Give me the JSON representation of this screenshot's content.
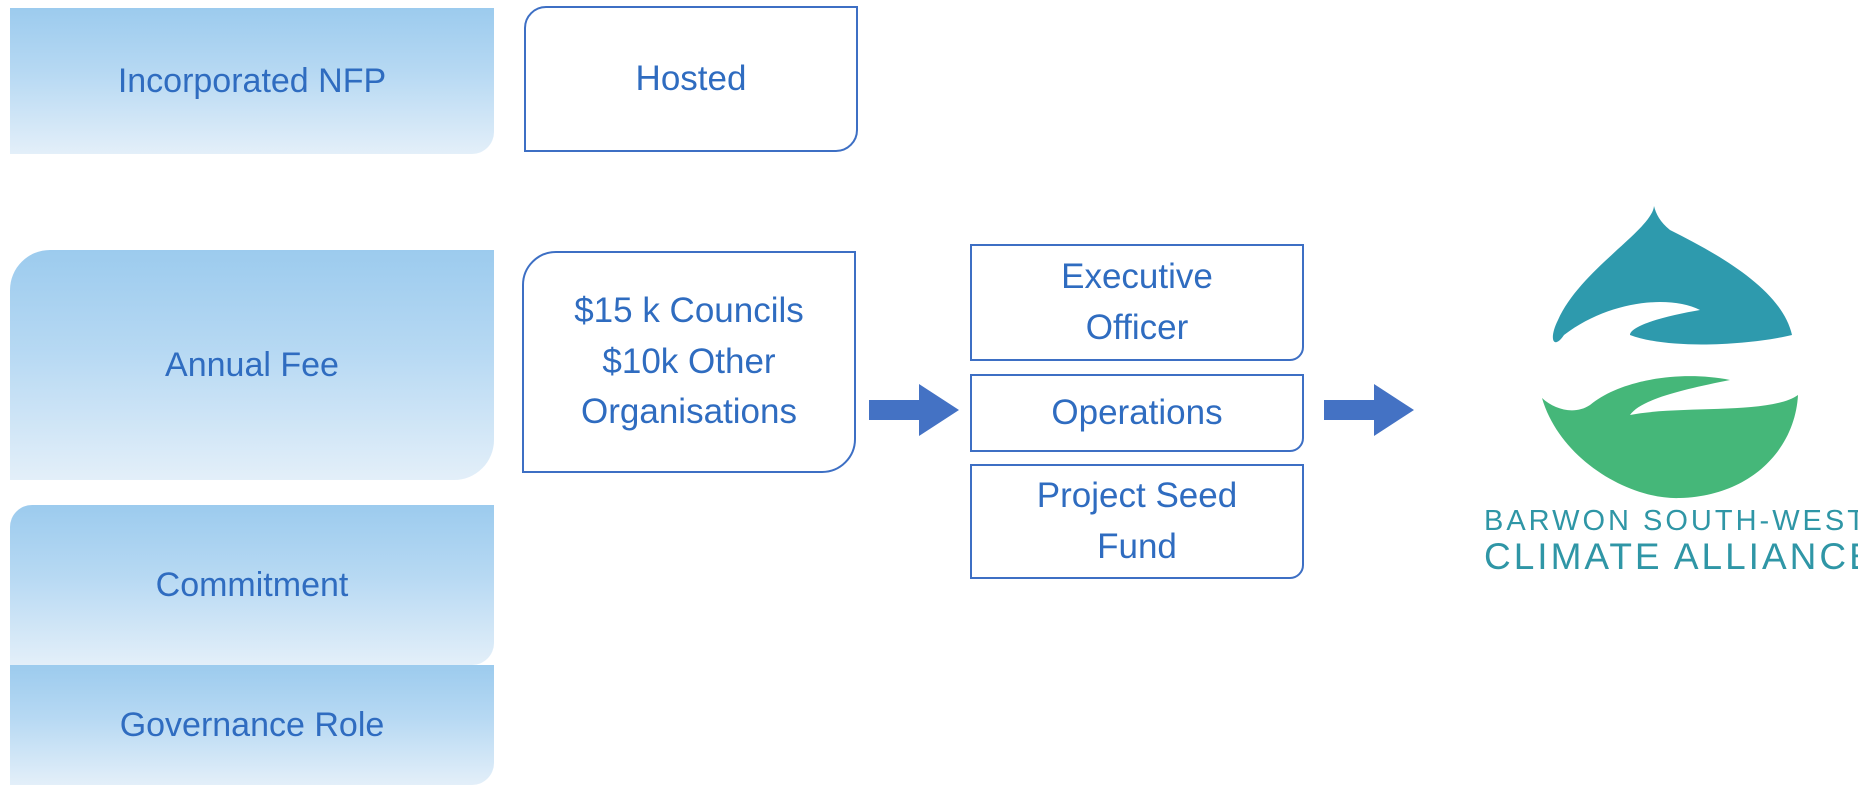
{
  "left_labels": {
    "incorporated": "Incorporated NFP",
    "annual_fee": "Annual Fee",
    "commitment": "Commitment",
    "governance": "Governance Role"
  },
  "hosted": "Hosted",
  "fees": "$15 k Councils\n$10k Other\nOrganisations",
  "uses": {
    "executive": "Executive\nOfficer",
    "operations": "Operations",
    "seed": "Project Seed\nFund"
  },
  "logo": {
    "line1": "BARWON SOUTH-WEST",
    "line2": "CLIMATE  ALLIANCE",
    "colors": {
      "teal": "#2e9aad",
      "green": "#45b779"
    }
  },
  "colors": {
    "accent": "#2f6cc0",
    "arrow": "#4472c4"
  }
}
